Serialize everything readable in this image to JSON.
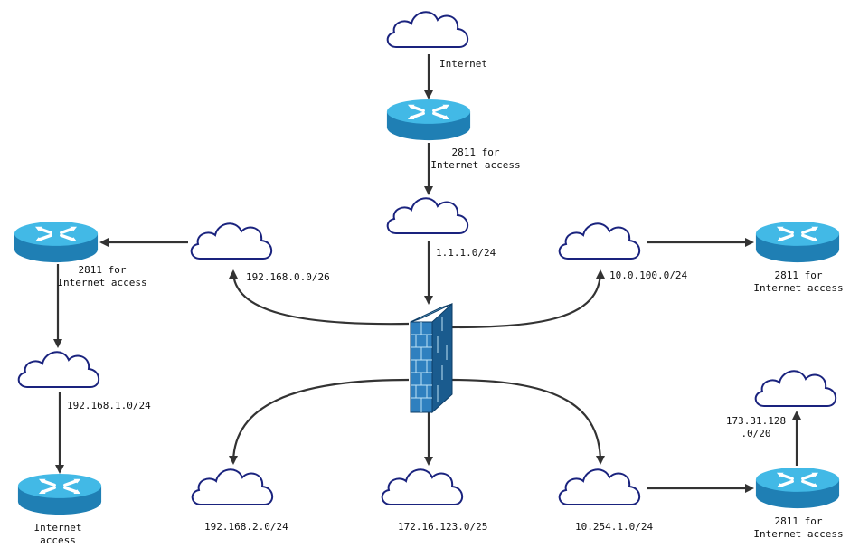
{
  "labels": {
    "internet_top": "Internet",
    "router_top": [
      "2811 for",
      "Internet access"
    ],
    "net_1_1_1": "1.1.1.0/24",
    "net_192_168_0": "192.168.0.0/26",
    "router_left": [
      "2811 for",
      "Internet access"
    ],
    "net_192_168_1": "192.168.1.0/24",
    "router_left_bottom": [
      "Internet",
      "access"
    ],
    "net_10_0_100": "10.0.100.0/24",
    "router_right": [
      "2811 for",
      "Internet access"
    ],
    "net_192_168_2": "192.168.2.0/24",
    "net_172_16_123": "172.16.123.0/25",
    "net_10_254_1": "10.254.1.0/24",
    "router_right_bottom": [
      "2811 for",
      "Internet access"
    ],
    "net_173_31_128": [
      "173.31.128",
      ".0/20"
    ]
  },
  "colors": {
    "cloud_stroke": "#1a237e",
    "router_top": "#42b9e6",
    "router_side": "#1f7fb4",
    "firewall_front": "#2f80bf",
    "firewall_side": "#1a5b8e",
    "firewall_top": "#7fc3ea",
    "edge": "#333333"
  },
  "icons": [
    "cloud-icon",
    "router-icon",
    "firewall-icon"
  ]
}
